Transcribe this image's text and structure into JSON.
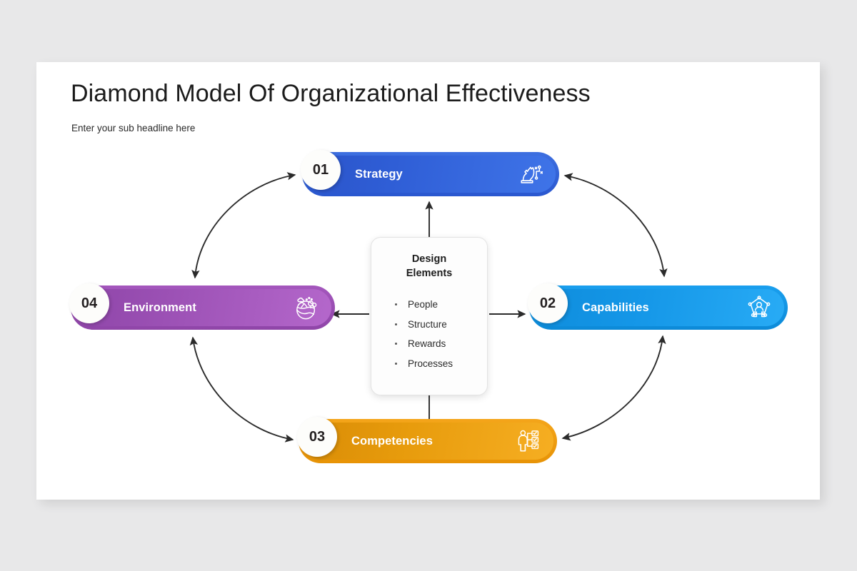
{
  "slide": {
    "title": "Diamond Model Of Organizational Effectiveness",
    "subtitle": "Enter your sub headline here",
    "background_color": "#e8e8e9",
    "card_color": "#ffffff"
  },
  "center_card": {
    "title": "Design\nElements",
    "title_line1": "Design",
    "title_line2": "Elements",
    "items": [
      {
        "label": "People"
      },
      {
        "label": "Structure"
      },
      {
        "label": "Rewards"
      },
      {
        "label": "Processes"
      }
    ]
  },
  "nodes": [
    {
      "number": "01",
      "label": "Strategy",
      "icon": "chess-knight-strategy-icon",
      "color": "#2f5ed6",
      "position": "top"
    },
    {
      "number": "02",
      "label": "Capabilities",
      "icon": "network-people-icon",
      "color": "#1496e7",
      "position": "right"
    },
    {
      "number": "03",
      "label": "Competencies",
      "icon": "person-checklist-icon",
      "color": "#e79b0c",
      "position": "bottom"
    },
    {
      "number": "04",
      "label": "Environment",
      "icon": "globe-nature-icon",
      "color": "#9d52b6",
      "position": "left"
    }
  ],
  "connectors": {
    "stroke_color": "#2b2b2b",
    "curved": [
      {
        "name": "environment-strategy",
        "heads": "double"
      },
      {
        "name": "strategy-capabilities",
        "heads": "double"
      },
      {
        "name": "capabilities-competencies",
        "heads": "double"
      },
      {
        "name": "competencies-environment",
        "heads": "double"
      }
    ],
    "straight": [
      {
        "name": "center-to-strategy",
        "direction": "up",
        "heads": "single"
      },
      {
        "name": "center-to-capabilities",
        "direction": "right",
        "heads": "single"
      },
      {
        "name": "center-to-competencies",
        "direction": "down",
        "heads": "single"
      },
      {
        "name": "center-to-environment",
        "direction": "left",
        "heads": "single"
      }
    ]
  }
}
